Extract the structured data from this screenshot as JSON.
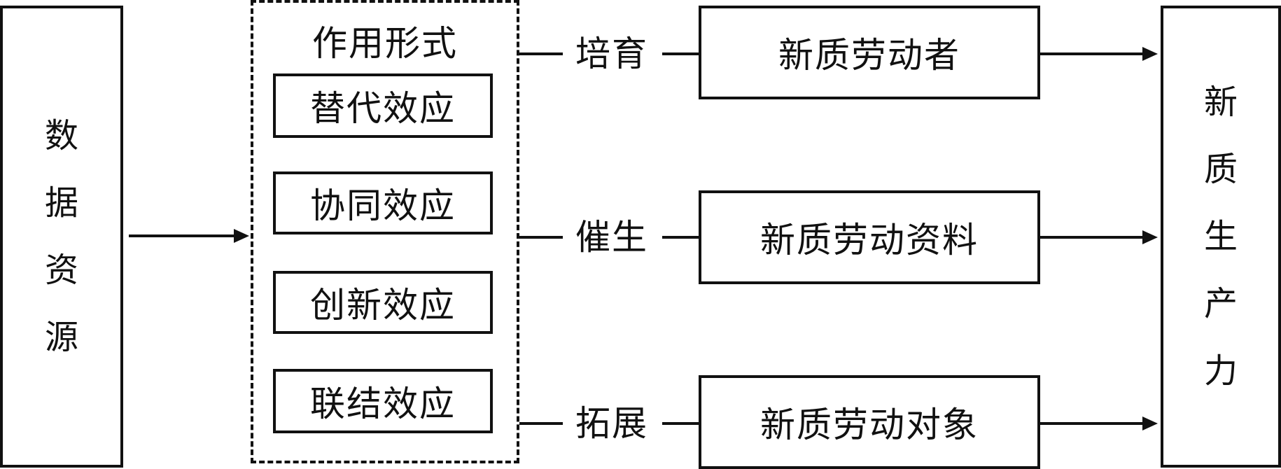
{
  "source": {
    "title_chars": [
      "数",
      "据",
      "资",
      "源"
    ]
  },
  "mechanism": {
    "heading": "作用形式",
    "effects": [
      "替代效应",
      "协同效应",
      "创新效应",
      "联结效应"
    ]
  },
  "paths": [
    {
      "verb": "培育",
      "target": "新质劳动者"
    },
    {
      "verb": "催生",
      "target": "新质劳动资料"
    },
    {
      "verb": "拓展",
      "target": "新质劳动对象"
    }
  ],
  "outcome": {
    "title_chars": [
      "新",
      "质",
      "生",
      "产",
      "力"
    ]
  }
}
